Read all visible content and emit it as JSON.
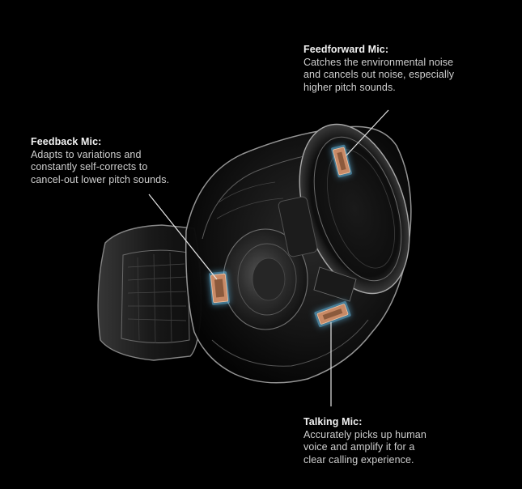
{
  "callouts": {
    "feedforward": {
      "title": "Feedforward Mic:",
      "lines": [
        "Catches the environmental noise",
        "and cancels out noise, especially",
        "higher pitch sounds."
      ]
    },
    "feedback": {
      "title": "Feedback Mic:",
      "lines": [
        "Adapts to variations and",
        "constantly self-corrects to",
        "cancel-out lower pitch sounds."
      ]
    },
    "talking": {
      "title": "Talking Mic:",
      "lines": [
        "Accurately picks up human",
        "voice and amplify it for a",
        "clear calling experience."
      ]
    }
  },
  "colors": {
    "background": "#000000",
    "mic_copper": "#c98a66",
    "mic_glow": "#6fd0ff",
    "shell_stroke": "#8a8a8a",
    "leader_line": "#e6e6e6"
  }
}
